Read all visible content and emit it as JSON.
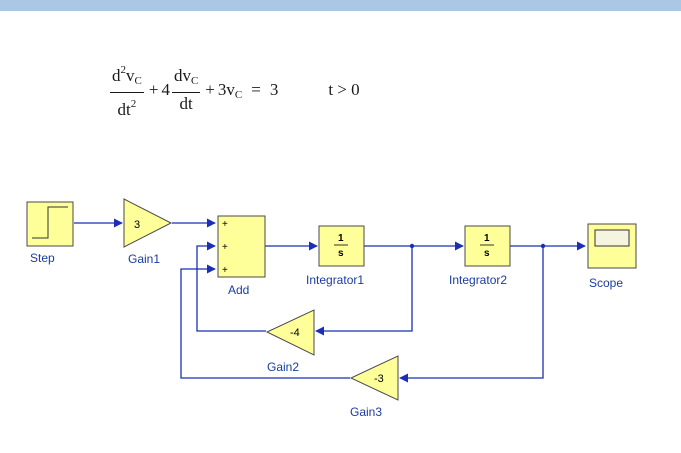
{
  "equation": {
    "term1_num_d": "d",
    "term1_num_exp": "2",
    "term1_num_v": "v",
    "term1_num_sub": "C",
    "term1_den_d": "dt",
    "term1_den_exp": "2",
    "plus1": "+",
    "coef2": "4",
    "term2_num_d": "dv",
    "term2_num_sub": "C",
    "term2_den": "dt",
    "plus2": "+",
    "coef3": "3v",
    "coef3_sub": "C",
    "equals": "=",
    "rhs": "3",
    "condition": "t > 0"
  },
  "blocks": {
    "step": {
      "label": "Step"
    },
    "gain1": {
      "label": "Gain1",
      "value": "3"
    },
    "add": {
      "label": "Add",
      "port1": "+",
      "port2": "+",
      "port3": "+"
    },
    "integrator1": {
      "label": "Integrator1",
      "num": "1",
      "den": "s"
    },
    "integrator2": {
      "label": "Integrator2",
      "num": "1",
      "den": "s"
    },
    "scope": {
      "label": "Scope"
    },
    "gain2": {
      "label": "Gain2",
      "value": "-4"
    },
    "gain3": {
      "label": "Gain3",
      "value": "-3"
    }
  },
  "colors": {
    "block_fill": "#ffff99",
    "block_stroke": "#4a4a4a",
    "wire": "#1a2fb5",
    "label": "#1a3ca0",
    "top_bar": "#aac8e6"
  }
}
